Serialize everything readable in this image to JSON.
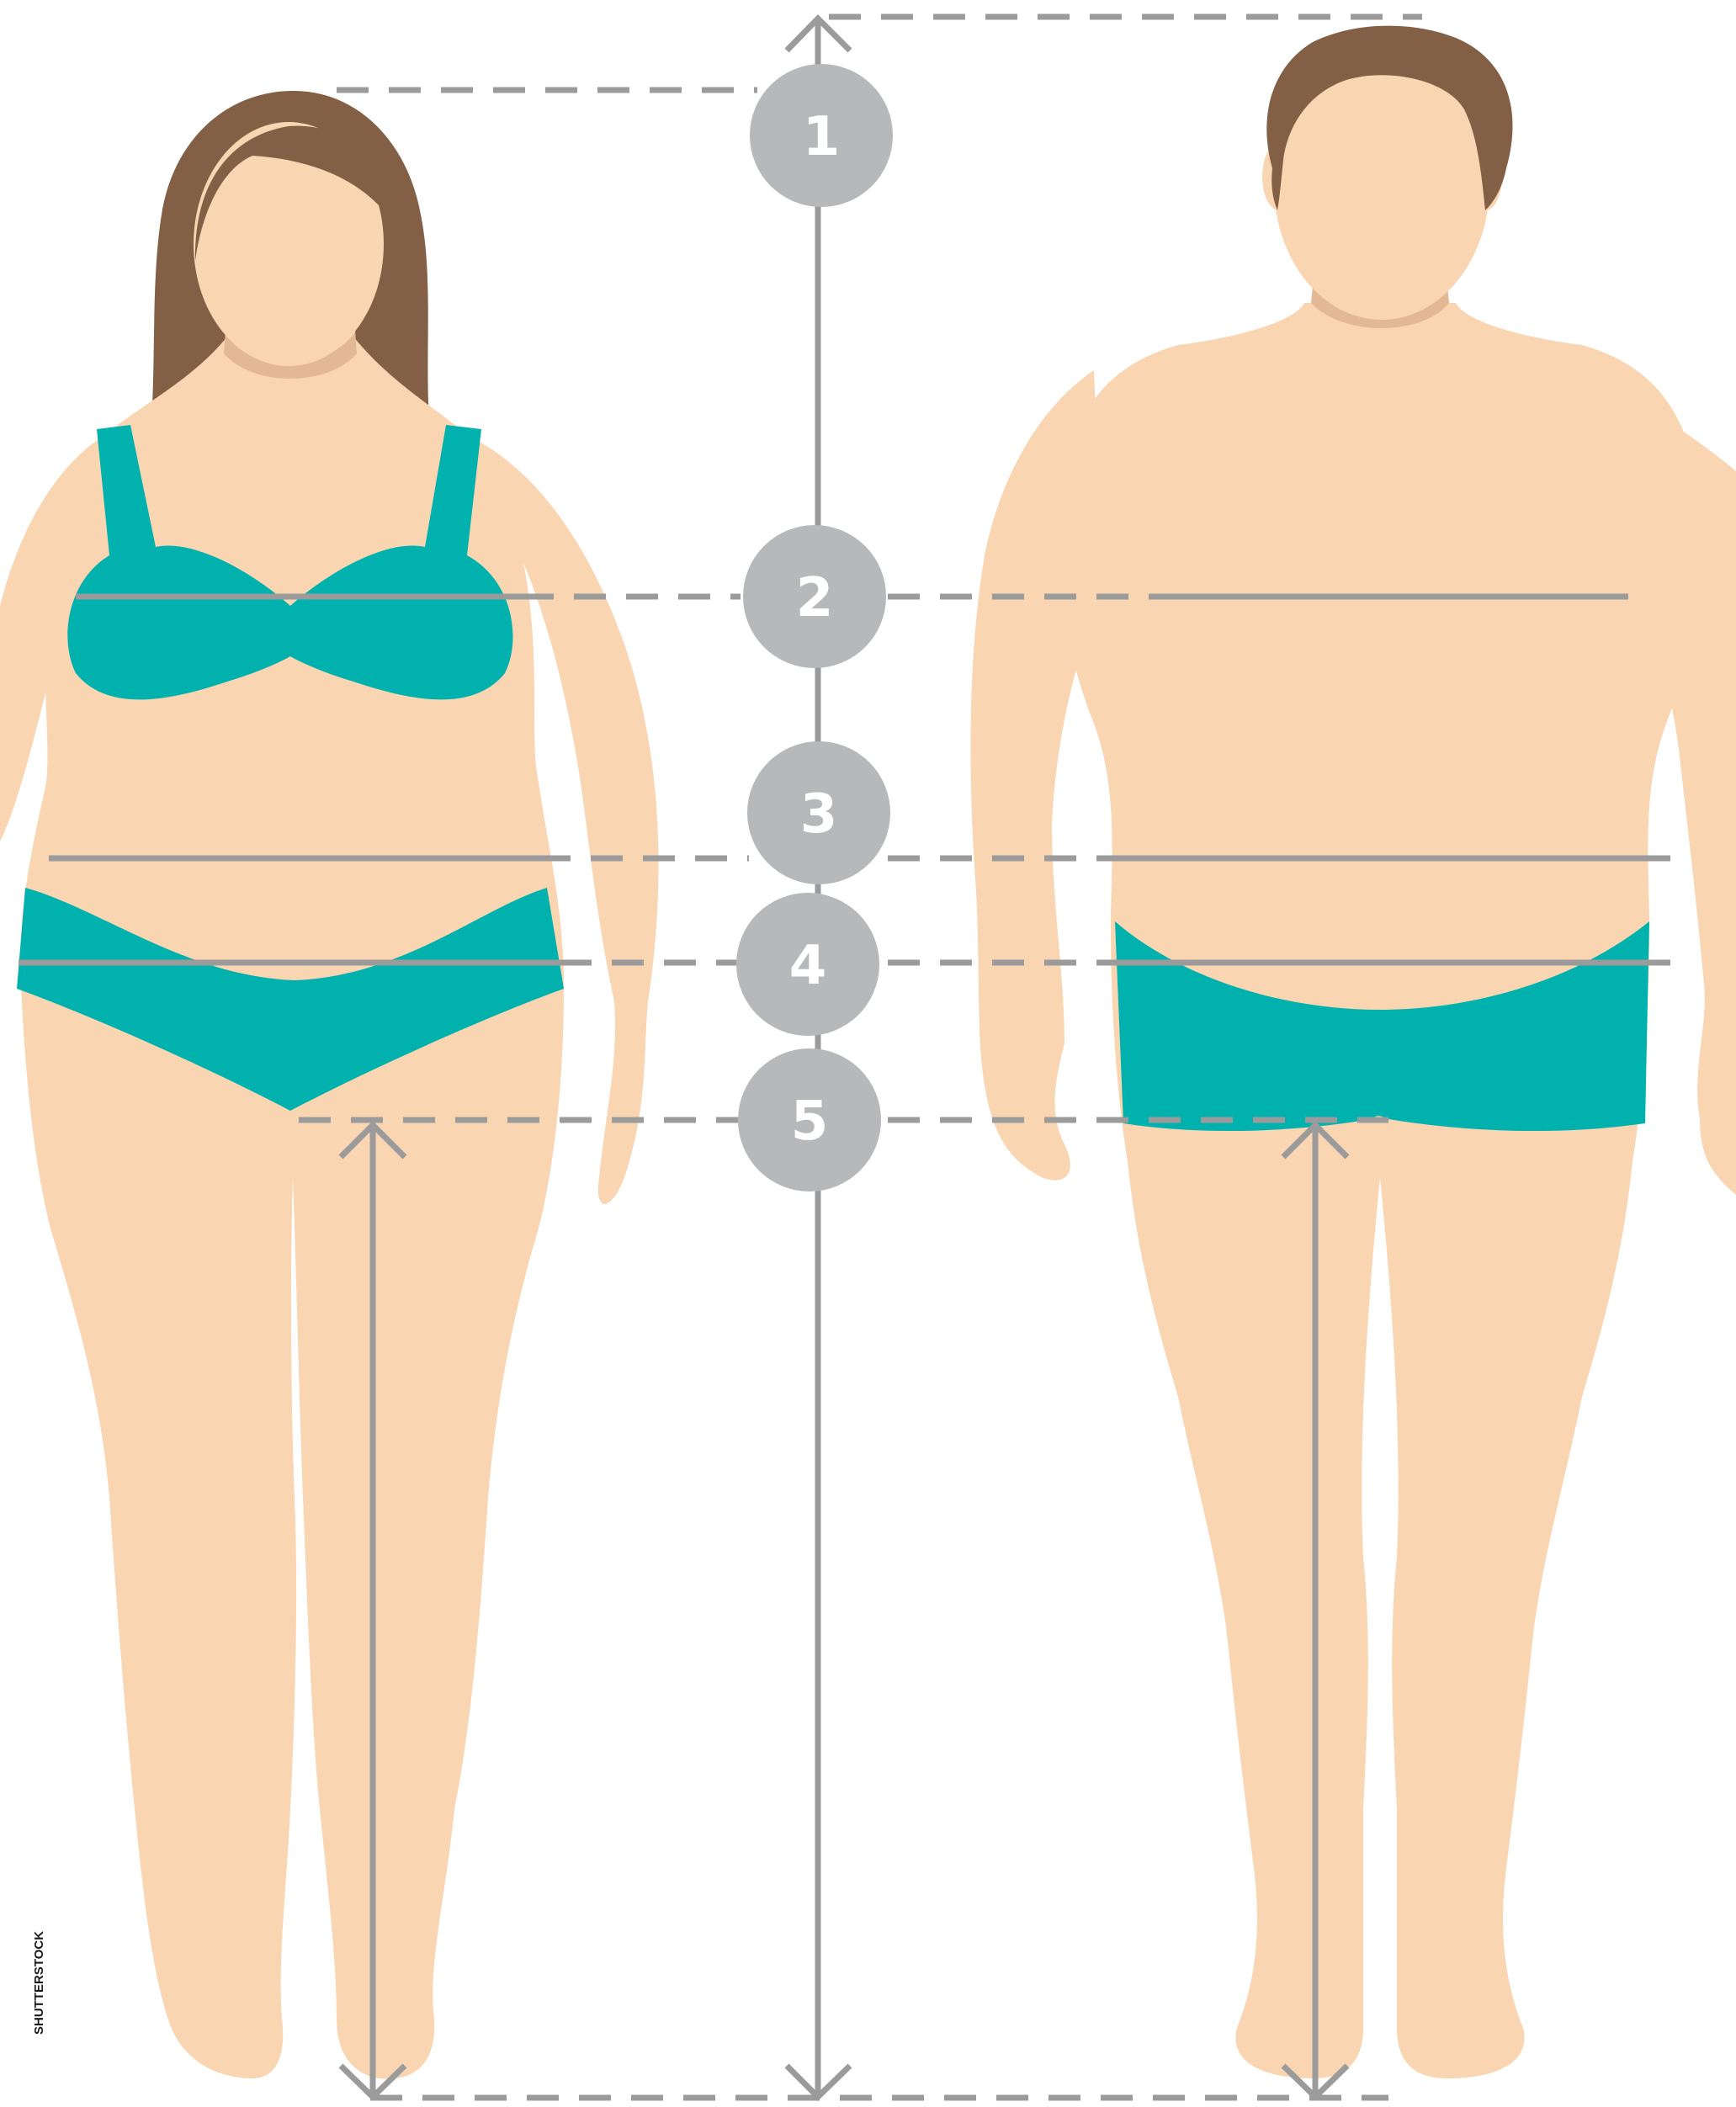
{
  "figure": {
    "credit": "SHUTTERSTOCK",
    "colors": {
      "skin": "#fad5b1",
      "skin_shadow": "#e3b895",
      "hair": "#825f45",
      "swimwear": "#00b1ae",
      "guide_lines": "#9b9b9b",
      "marker_circle": "#b7b8ba",
      "marker_text": "#ffffff"
    },
    "figures": [
      "woman-silhouette",
      "man-silhouette"
    ],
    "markers": [
      {
        "id": 1,
        "label": "1"
      },
      {
        "id": 2,
        "label": "2"
      },
      {
        "id": 3,
        "label": "3"
      },
      {
        "id": 4,
        "label": "4"
      },
      {
        "id": 5,
        "label": "5"
      }
    ]
  }
}
